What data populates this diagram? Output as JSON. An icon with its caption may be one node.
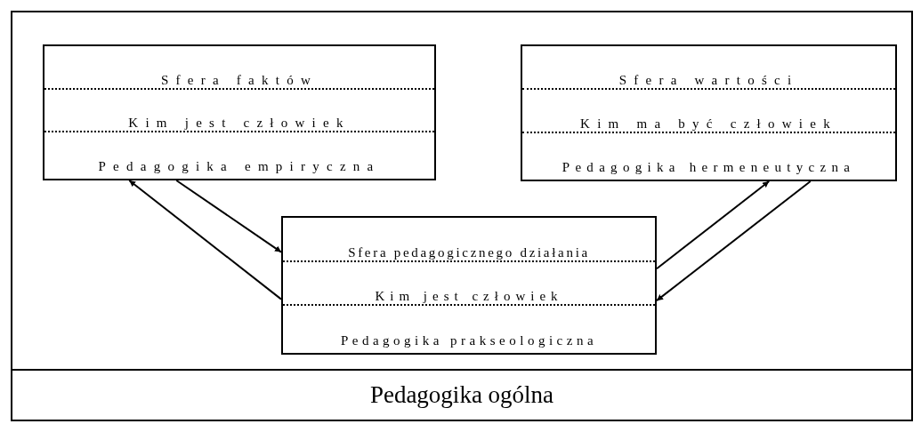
{
  "diagram": {
    "nodes": [
      {
        "text": [],
        "shape": "box"
      },
      {
        "text": [
          "Sfera faktów",
          "Kim jest człowiek",
          "Pedagogika empiryczna"
        ],
        "in": 0
      },
      {
        "text": [
          "Sfera wartości",
          "Kim ma być człowiek",
          "Pedagogika hermeneutyczna"
        ],
        "in": 0
      },
      {
        "text": [
          "Sfera pedagogicznego działania",
          "Kim jest człowiek",
          "Pedagogika prakseologiczna"
        ],
        "in": 0
      },
      {
        "text": [
          "Pedagogika ogólna"
        ],
        "in": 0
      }
    ],
    "edges": [
      {
        "from": 3,
        "to": 1,
        "arrow": "to"
      },
      {
        "from": 1,
        "to": 3,
        "arrow": "to"
      },
      {
        "from": 3,
        "to": 2,
        "arrow": "to"
      },
      {
        "from": 2,
        "to": 3,
        "arrow": "to"
      }
    ]
  }
}
